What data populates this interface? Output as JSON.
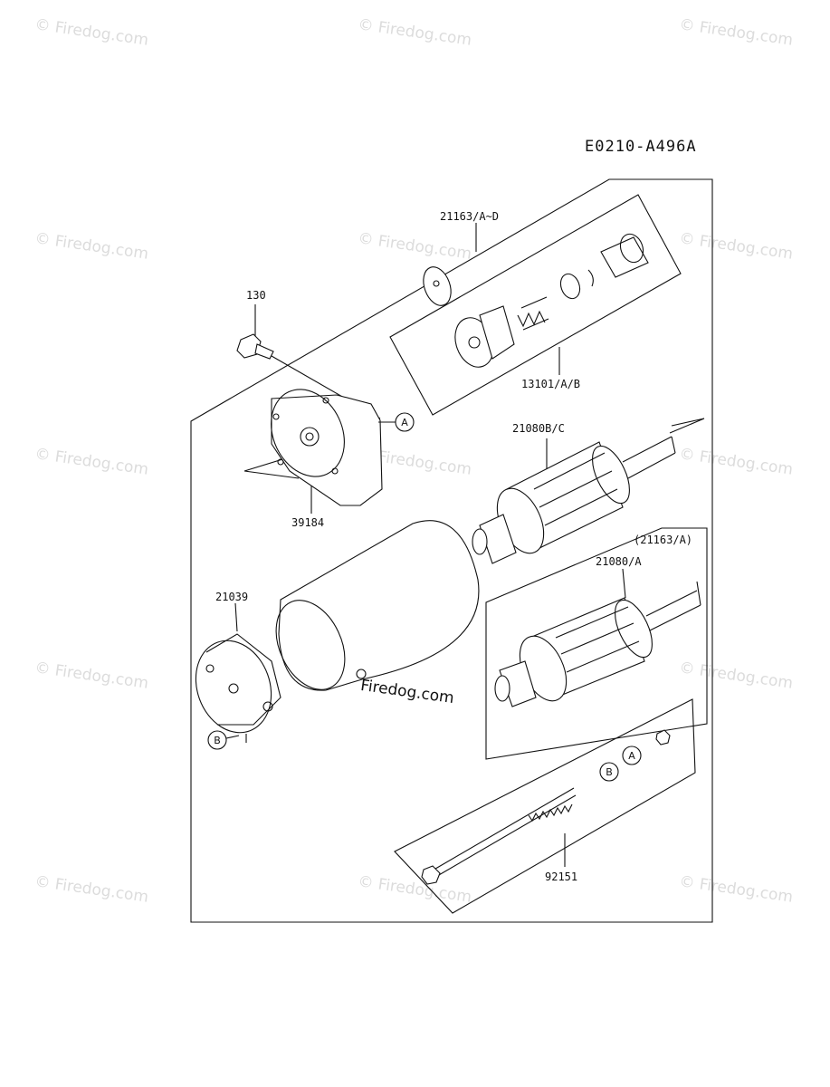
{
  "diagram_code": "E0210-A496A",
  "watermark": "© Firedog.com",
  "center_watermark": "Firedog.com",
  "labels": {
    "p130": "130",
    "p21163": "21163/A~D",
    "p13101": "13101/A/B",
    "p21080bc": "21080B/C",
    "p39184": "39184",
    "p21163a": "(21163/A)",
    "p21080a": "21080/A",
    "p21039": "21039",
    "p92151": "92151"
  },
  "callouts": {
    "a": "A",
    "b": "B"
  }
}
